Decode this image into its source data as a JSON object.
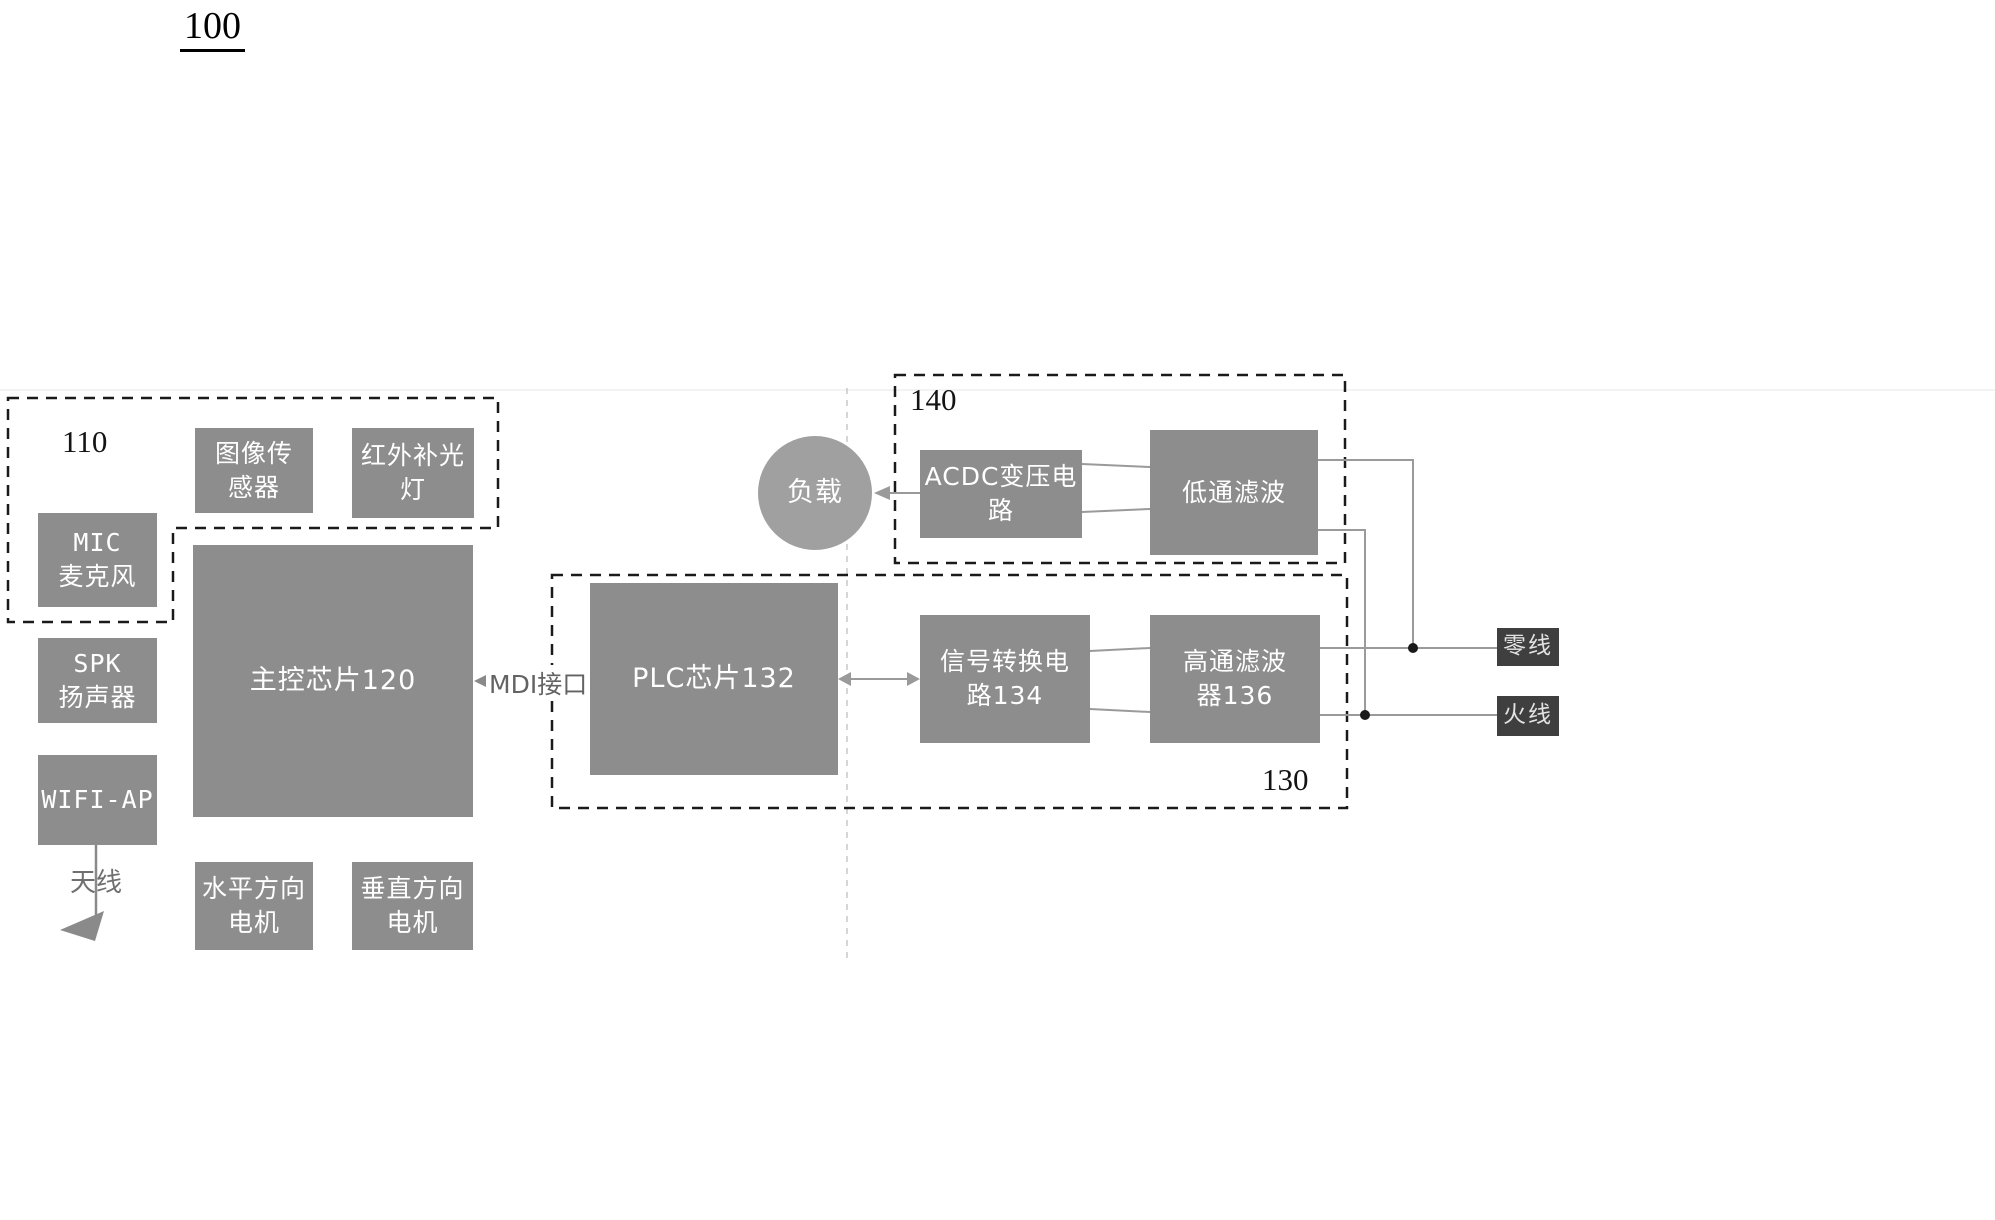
{
  "title": "100",
  "regions": {
    "r110": {
      "label": "110"
    },
    "r130": {
      "label": "130"
    },
    "r140": {
      "label": "140"
    }
  },
  "blocks": {
    "image_sensor": "图像传\n感器",
    "ir_fill_light": "红外补光\n灯",
    "mic": "MIC\n麦克风",
    "spk": "SPK\n扬声器",
    "wifi_ap": "WIFI-AP",
    "main_chip": "主控芯片120",
    "horizontal_motor": "水平方向\n电机",
    "vertical_motor": "垂直方向\n电机",
    "plc_chip": "PLC芯片132",
    "signal_converter": "信号转换电\n路134",
    "highpass_filter": "高通滤波\n器136",
    "acdc_transformer": "ACDC变压电\n路",
    "lowpass_filter": "低通滤波",
    "load": "负载",
    "neutral_wire": "零线",
    "live_wire": "火线"
  },
  "labels": {
    "mdi_interface": "MDI接口",
    "antenna": "天线"
  },
  "colors": {
    "block_gray": "#8d8d8d",
    "circle_gray": "#a0a0a0",
    "dark_box": "#3f3f3f",
    "line_gray": "#9a9a9a",
    "dash_black": "#1a1a1a"
  }
}
